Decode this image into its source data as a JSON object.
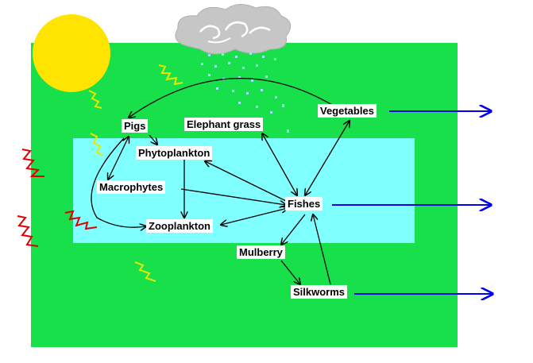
{
  "nodes": {
    "pigs": "Pigs",
    "elephant_grass": "Elephant grass",
    "vegetables": "Vegetables",
    "phytoplankton": "Phytoplankton",
    "macrophytes": "Macrophytes",
    "fishes": "Fishes",
    "zooplankton": "Zooplankton",
    "mulberry": "Mulberry",
    "silkworms": "Silkworms"
  },
  "colors": {
    "land": "#17e04a",
    "pond": "#80ffff",
    "sun": "#ffe400",
    "cloud": "#c6c6c6",
    "rain": "#9aeaf0",
    "red_zigzag": "#e00000",
    "yellow_zigzag": "#e8e800",
    "arrow": "#000000",
    "output_arrow": "#0000ee"
  },
  "icons": [
    "sun-icon",
    "cloud-icon",
    "rain-drops",
    "heat-zigzag"
  ]
}
